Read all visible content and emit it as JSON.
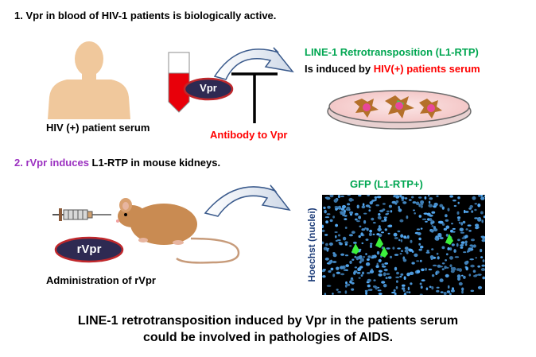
{
  "step1": {
    "text": "1. Vpr in blood of HIV-1 patients is biologically active."
  },
  "patient_label": "HIV (+) patient serum",
  "vpr_label": "Vpr",
  "l1_title": "LINE-1 Retrotransposition (L1-RTP)",
  "induced": {
    "prefix": "Is induced by ",
    "highlight": "HIV(+) patients serum"
  },
  "antibody_label": "Antibody to Vpr",
  "step2": {
    "highlight": "2. rVpr induces",
    "rest": " L1-RTP in mouse kidneys."
  },
  "gfp_label": "GFP (L1-RTP+)",
  "hoechst_label": "Hoechst (nuclei)",
  "rvpr_label": "rVpr",
  "admin_label": "Administration of rVpr",
  "conclusion": {
    "line1": "LINE-1 retrotransposition  induced  by Vpr in the patients serum",
    "line2": "could be involved in pathologies of AIDS."
  },
  "colors": {
    "green_text": "#00a651",
    "red_text": "#ff0000",
    "purple_text": "#9b30c0",
    "oval_fill": "#2e2a52",
    "oval_border": "#c0282c",
    "arrow": "#3a5a8c",
    "blood": "#e8000a",
    "skin": "#f0c89c"
  }
}
